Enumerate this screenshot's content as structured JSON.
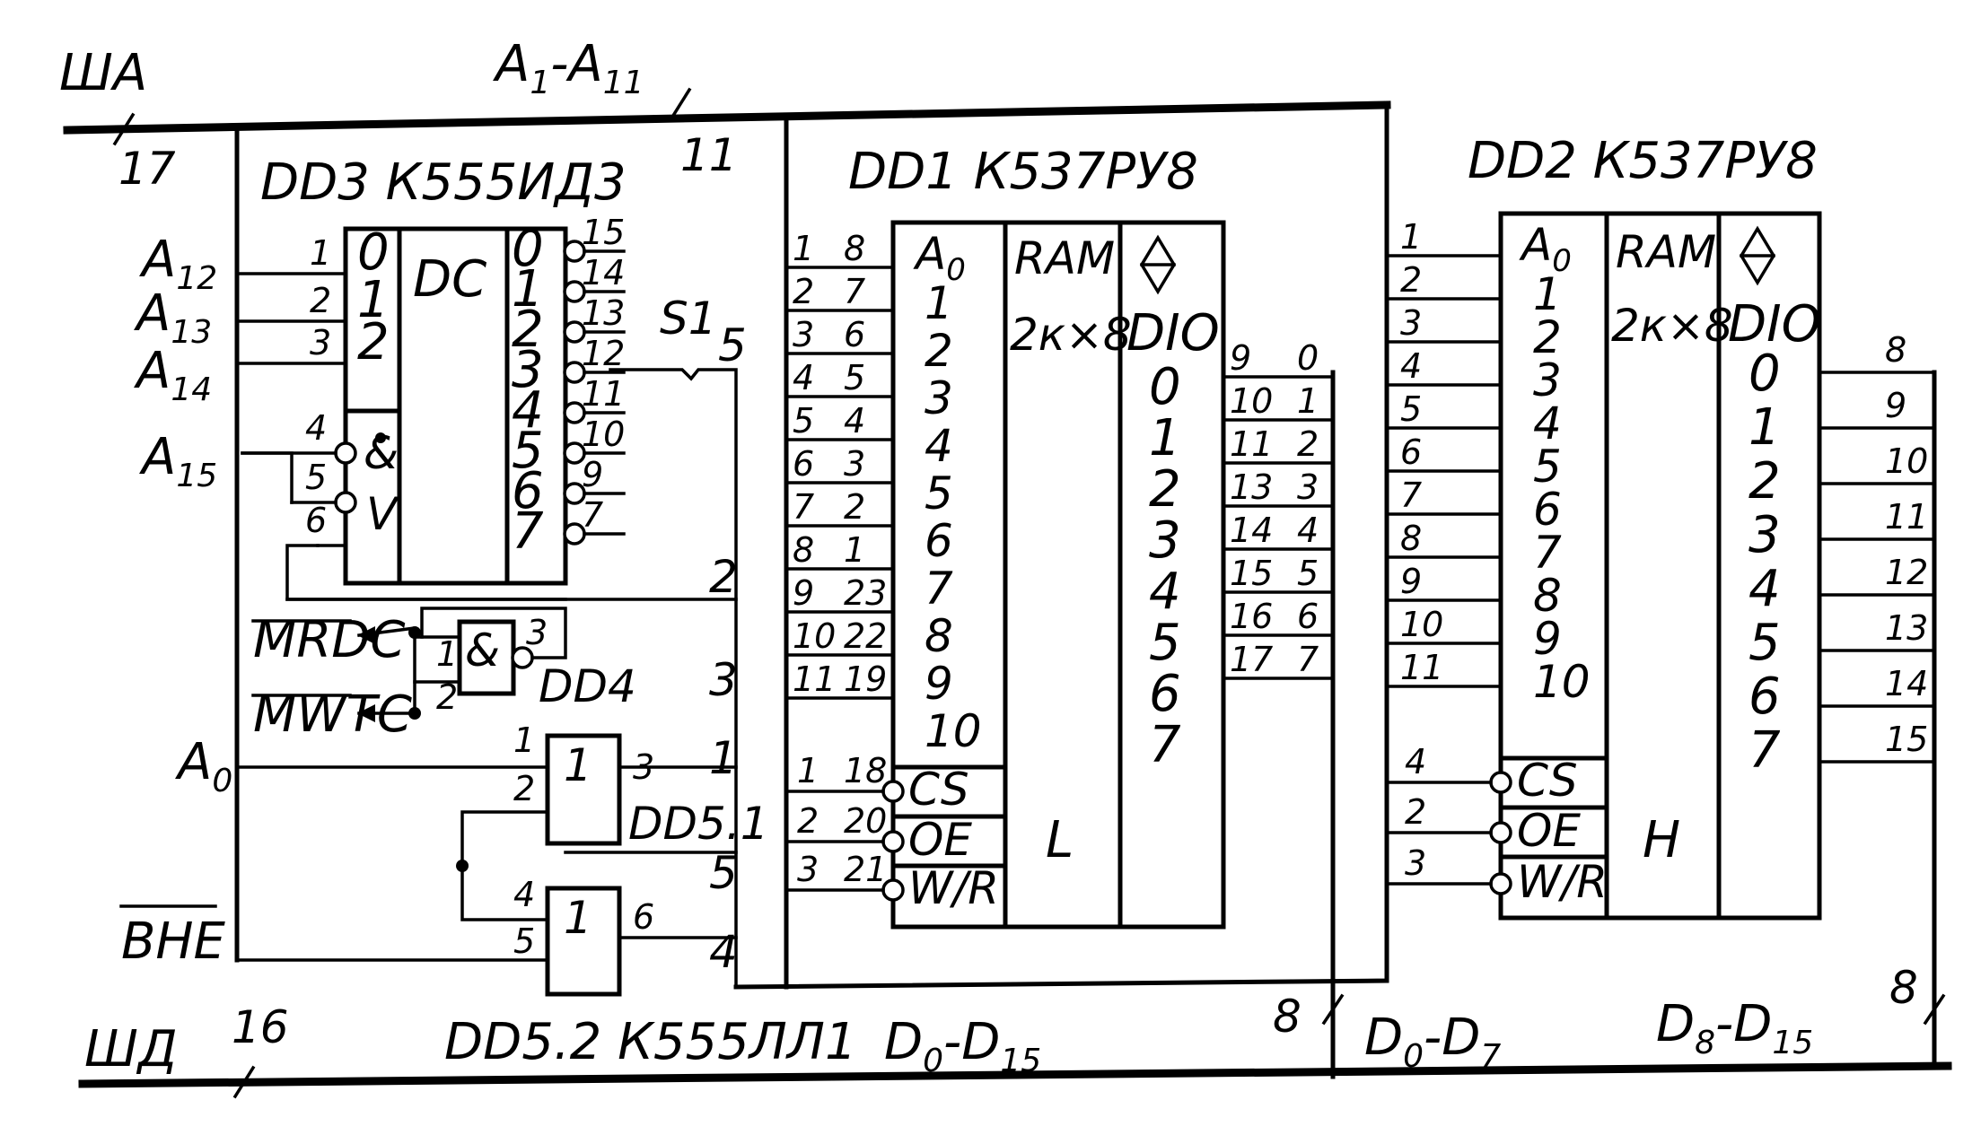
{
  "buses": {
    "address_bus": "ША",
    "address_bus_width": "17",
    "address_range": "A1-A11",
    "address_range_width": "11",
    "data_bus": "ШД",
    "data_bus_width": "16",
    "data_range": "D0-D15",
    "low_range": "D0-D7",
    "low_width": "8",
    "high_range": "D8-D15",
    "high_width": "8"
  },
  "dd3": {
    "title": "DD3  К555ИД3",
    "func": "DC",
    "in_pins": [
      "1",
      "2",
      "3"
    ],
    "in_labels": [
      "0",
      "1",
      "2"
    ],
    "enable_pins": [
      "4",
      "5",
      "6"
    ],
    "enable_labels": [
      "&",
      "V"
    ],
    "out_labels": [
      "0",
      "1",
      "2",
      "3",
      "4",
      "5",
      "6",
      "7"
    ],
    "out_pins": [
      "15",
      "14",
      "13",
      "12",
      "11",
      "10",
      "9",
      "7"
    ],
    "addr_inputs": [
      "A12",
      "A13",
      "A14",
      "A15"
    ]
  },
  "switch": {
    "name": "S1",
    "pin": "5"
  },
  "dd4": {
    "name": "DD4",
    "func": "&",
    "pins": [
      "1",
      "2",
      "3"
    ],
    "signals": [
      "MRDC",
      "MWTC"
    ]
  },
  "dd51": {
    "name": "DD5.1",
    "func": "1",
    "pins": [
      "1",
      "2",
      "3"
    ],
    "input": "A0"
  },
  "dd52": {
    "name": "DD5.2  К555ЛЛ1",
    "func": "1",
    "pins": [
      "4",
      "5",
      "6"
    ],
    "input": "BHE"
  },
  "right_bus_numbers": [
    "2",
    "3",
    "1",
    "5",
    "4"
  ],
  "dd1": {
    "title": "DD1   К537РУ8",
    "addr_head": "A0",
    "addr_labels": [
      "1",
      "2",
      "3",
      "4",
      "5",
      "6",
      "7",
      "8",
      "9",
      "10"
    ],
    "left_pins_a": [
      "1",
      "2",
      "3",
      "4",
      "5",
      "6",
      "7",
      "8",
      "9",
      "10",
      "11"
    ],
    "left_pins_b": [
      "8",
      "7",
      "6",
      "5",
      "4",
      "3",
      "2",
      "1",
      "23",
      "22",
      "19"
    ],
    "ram": "RAM",
    "size": "2к×8",
    "dio": "DIO",
    "dio_labels": [
      "0",
      "1",
      "2",
      "3",
      "4",
      "5",
      "6",
      "7"
    ],
    "ctrl_labels": [
      "CS",
      "OE",
      "W/R"
    ],
    "ctrl_pins_a": [
      "1",
      "2",
      "3"
    ],
    "ctrl_pins_b": [
      "18",
      "20",
      "21"
    ],
    "bank": "L",
    "right_pins_a": [
      "9",
      "10",
      "11",
      "13",
      "14",
      "15",
      "16",
      "17"
    ],
    "right_pins_b": [
      "0",
      "1",
      "2",
      "3",
      "4",
      "5",
      "6",
      "7"
    ]
  },
  "dd2": {
    "title": "DD2   К537РУ8",
    "addr_head": "A0",
    "addr_labels": [
      "1",
      "2",
      "3",
      "4",
      "5",
      "6",
      "7",
      "8",
      "9",
      "10"
    ],
    "left_pins": [
      "1",
      "2",
      "3",
      "4",
      "5",
      "6",
      "7",
      "8",
      "9",
      "10",
      "11"
    ],
    "ram": "RAM",
    "size": "2к×8",
    "dio": "DIO",
    "dio_labels": [
      "0",
      "1",
      "2",
      "3",
      "4",
      "5",
      "6",
      "7"
    ],
    "ctrl_labels": [
      "CS",
      "OE",
      "W/R"
    ],
    "ctrl_pins": [
      "4",
      "2",
      "3"
    ],
    "bank": "H",
    "right_pins": [
      "8",
      "9",
      "10",
      "11",
      "12",
      "13",
      "14",
      "15"
    ]
  }
}
